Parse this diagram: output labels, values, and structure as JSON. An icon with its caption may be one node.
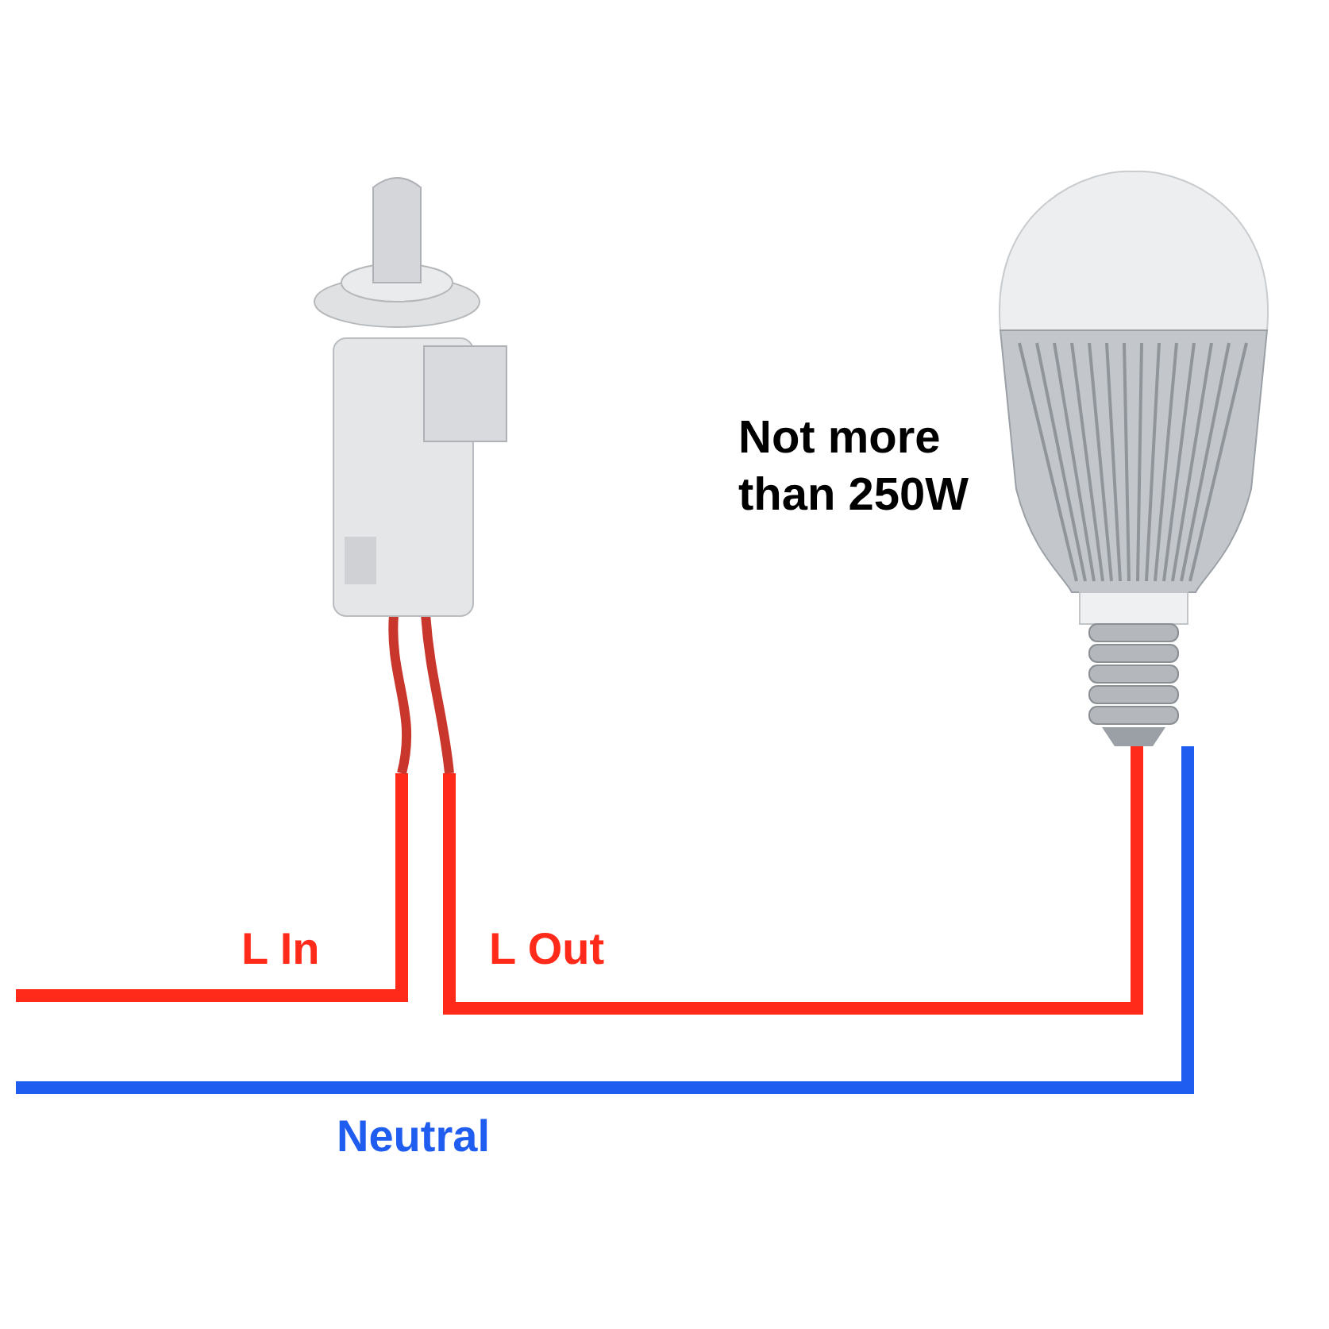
{
  "diagram": {
    "nodes": [
      {
        "text": [],
        "shape": "picture"
      },
      {
        "text": [],
        "shape": "picture",
        "beside": [
          "Not more than 250W"
        ]
      }
    ],
    "edges": [
      {
        "from": null,
        "to": 0,
        "arrow": "none",
        "label": "L In",
        "color": "#ff2a1a"
      },
      {
        "from": 0,
        "to": 1,
        "arrow": "none",
        "label": "L Out",
        "color": "#ff2a1a"
      },
      {
        "from": null,
        "to": 1,
        "arrow": "none",
        "label": "Neutral",
        "color": "#1f5cf0"
      }
    ]
  }
}
